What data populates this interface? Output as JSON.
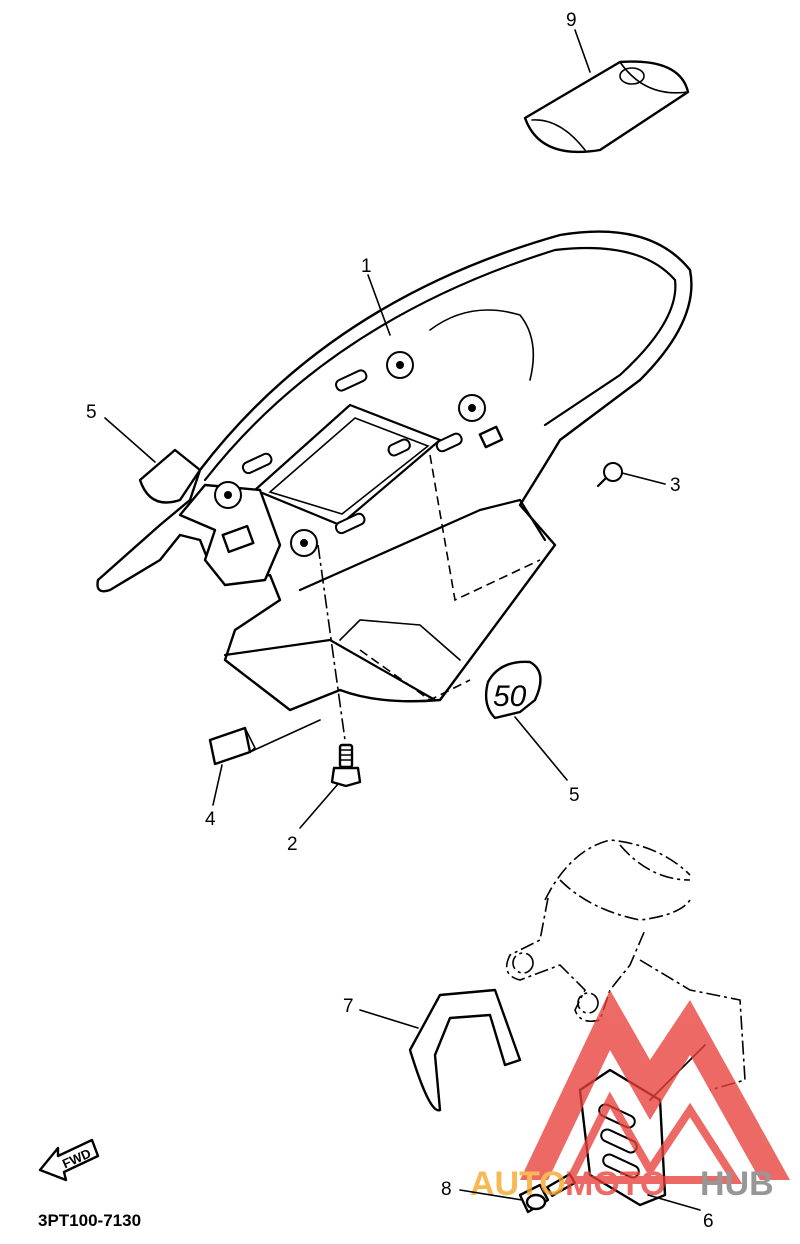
{
  "diagram": {
    "reference_code": "3PT100-7130",
    "fwd_arrow_label": "FWD",
    "callouts": [
      {
        "id": "c9",
        "label": "9"
      },
      {
        "id": "c1",
        "label": "1"
      },
      {
        "id": "c5a",
        "label": "5"
      },
      {
        "id": "c3",
        "label": "3"
      },
      {
        "id": "c4",
        "label": "4"
      },
      {
        "id": "c2",
        "label": "2"
      },
      {
        "id": "c5b",
        "label": "5"
      },
      {
        "id": "c7",
        "label": "7"
      },
      {
        "id": "c8",
        "label": "8"
      },
      {
        "id": "c6",
        "label": "6"
      }
    ],
    "emblem_text": "50"
  },
  "watermark": {
    "brand_part1": "AUTO",
    "brand_part2": "MOTO",
    "brand_part3": "HUB",
    "colors": {
      "orange": "#f5a623",
      "red": "#e8403a",
      "gray": "#7a7a7a"
    }
  }
}
